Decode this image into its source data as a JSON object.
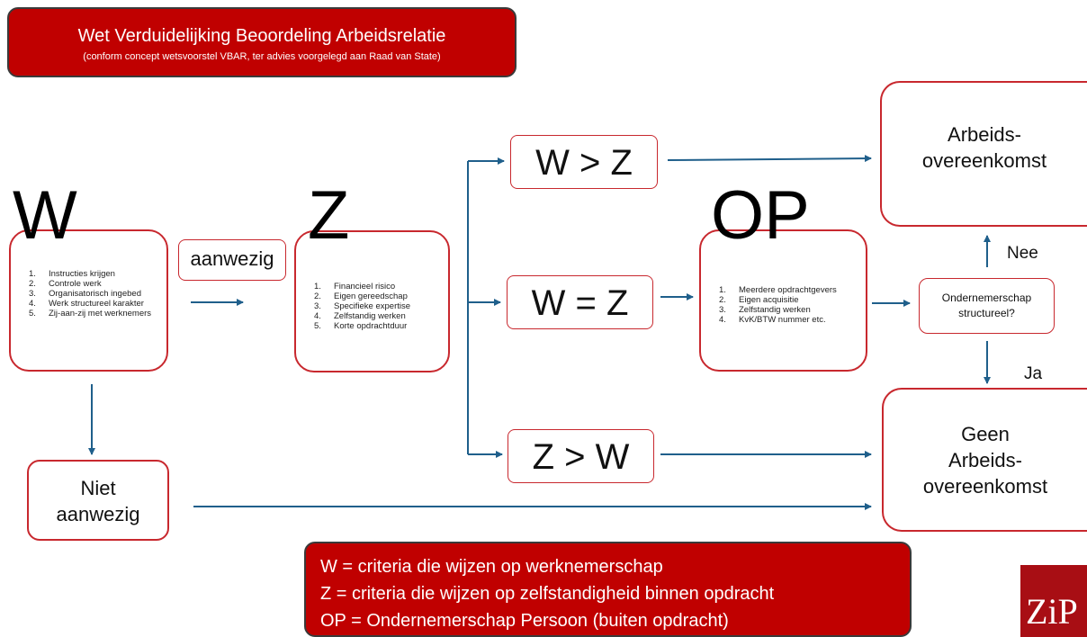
{
  "title": {
    "main": "Wet Verduidelijking Beoordeling Arbeidsrelatie",
    "sub": "(conform concept wetsvoorstel VBAR, ter advies voorgelegd aan Raad van State)"
  },
  "w_block": {
    "letter": "W",
    "items": [
      {
        "num": "1.",
        "text": "Instructies krijgen"
      },
      {
        "num": "2.",
        "text": "Controle werk"
      },
      {
        "num": "3.",
        "text": "Organisatorisch ingebed"
      },
      {
        "num": "4.",
        "text": "Werk structureel karakter"
      },
      {
        "num": "5.",
        "text": "Zij-aan-zij met werknemers"
      }
    ]
  },
  "aanwezig_label": "aanwezig",
  "niet_aanwezig": {
    "line1": "Niet",
    "line2": "aanwezig"
  },
  "z_block": {
    "letter": "Z",
    "items": [
      {
        "num": "1.",
        "text": "Financieel risico"
      },
      {
        "num": "2.",
        "text": "Eigen gereedschap"
      },
      {
        "num": "3.",
        "text": "Specifieke expertise"
      },
      {
        "num": "4.",
        "text": "Zelfstandig werken"
      },
      {
        "num": "5.",
        "text": "Korte opdrachtduur"
      }
    ]
  },
  "comparisons": {
    "w_gt_z": "W > Z",
    "w_eq_z": "W = Z",
    "z_gt_w": "Z > W"
  },
  "op_block": {
    "letter": "OP",
    "items": [
      {
        "num": "1.",
        "text": "Meerdere opdrachtgevers"
      },
      {
        "num": "2.",
        "text": "Eigen acquisitie"
      },
      {
        "num": "3.",
        "text": "Zelfstandig werken"
      },
      {
        "num": "4.",
        "text": "KvK/BTW nummer etc."
      }
    ]
  },
  "question": {
    "line1": "Ondernemerschap",
    "line2": "structureel?"
  },
  "answers": {
    "nee": "Nee",
    "ja": "Ja"
  },
  "results": {
    "arbeid": {
      "line1": "Arbeids-",
      "line2": "overeenkomst"
    },
    "geen": {
      "line1": "Geen",
      "line2": "Arbeids-",
      "line3": "overeenkomst"
    }
  },
  "legend": {
    "w": "W = criteria die wijzen op werknemerschap",
    "z": "Z = criteria die wijzen op zelfstandigheid binnen opdracht",
    "op": "OP = Ondernemerschap Persoon (buiten opdracht)"
  },
  "logo": "ZiP",
  "colors": {
    "accent_red": "#c00000",
    "border_red": "#c8282e",
    "arrow_blue": "#1f5f8b"
  }
}
